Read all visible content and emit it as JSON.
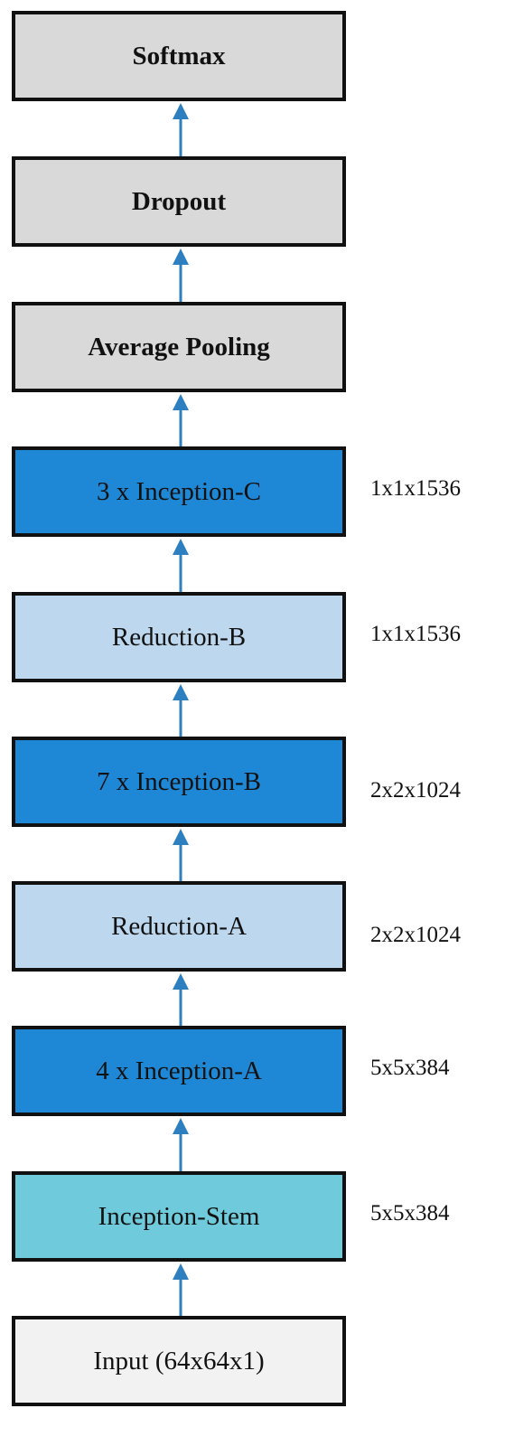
{
  "colors": {
    "gray": "#d9d9d9",
    "dark_blue": "#1f88d6",
    "light_blue": "#bdd7ee",
    "cyan": "#6fcbdc",
    "input_gray": "#f2f2f2",
    "border": "#111111",
    "arrow": "#2e7fc0"
  },
  "blocks": [
    {
      "id": "softmax",
      "label": "Softmax",
      "color_key": "gray",
      "bold": true,
      "dim": ""
    },
    {
      "id": "dropout",
      "label": "Dropout",
      "color_key": "gray",
      "bold": true,
      "dim": ""
    },
    {
      "id": "average-pooling",
      "label": "Average Pooling",
      "color_key": "gray",
      "bold": true,
      "dim": ""
    },
    {
      "id": "inception-c",
      "label": "3 x Inception-C",
      "color_key": "dark_blue",
      "bold": false,
      "dim": "1x1x1536"
    },
    {
      "id": "reduction-b",
      "label": "Reduction-B",
      "color_key": "light_blue",
      "bold": false,
      "dim": "1x1x1536"
    },
    {
      "id": "inception-b",
      "label": "7 x Inception-B",
      "color_key": "dark_blue",
      "bold": false,
      "dim": "2x2x1024"
    },
    {
      "id": "reduction-a",
      "label": "Reduction-A",
      "color_key": "light_blue",
      "bold": false,
      "dim": "2x2x1024"
    },
    {
      "id": "inception-a",
      "label": "4 x Inception-A",
      "color_key": "dark_blue",
      "bold": false,
      "dim": "5x5x384"
    },
    {
      "id": "inception-stem",
      "label": "Inception-Stem",
      "color_key": "cyan",
      "bold": false,
      "dim": "5x5x384"
    },
    {
      "id": "input",
      "label": "Input (64x64x1)",
      "color_key": "input_gray",
      "bold": false,
      "dim": ""
    }
  ]
}
